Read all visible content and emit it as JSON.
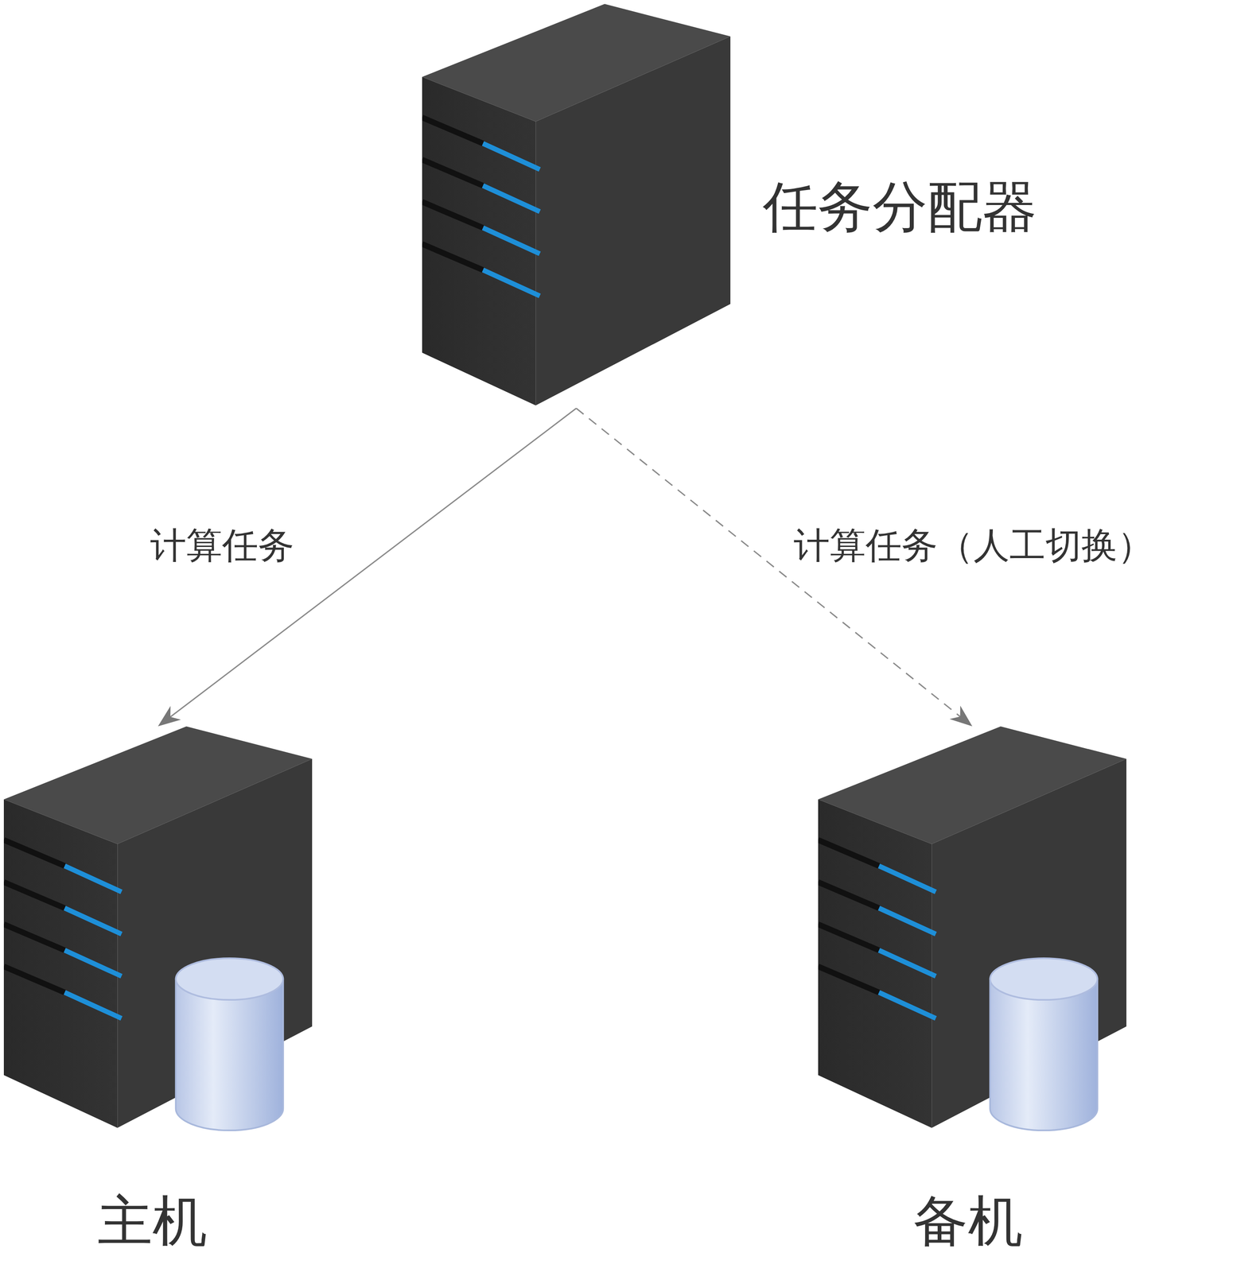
{
  "diagram": {
    "nodes": [
      {
        "text": [
          "任务分配器"
        ]
      },
      {
        "text": [
          "主机"
        ]
      },
      {
        "text": [
          "备机"
        ]
      }
    ],
    "edges": [
      {
        "from": 0,
        "to": 1,
        "label": "计算任务",
        "arrow": "to"
      },
      {
        "from": 0,
        "to": 2,
        "label": "计算任务（人工切换）",
        "arrow": "to"
      }
    ]
  }
}
